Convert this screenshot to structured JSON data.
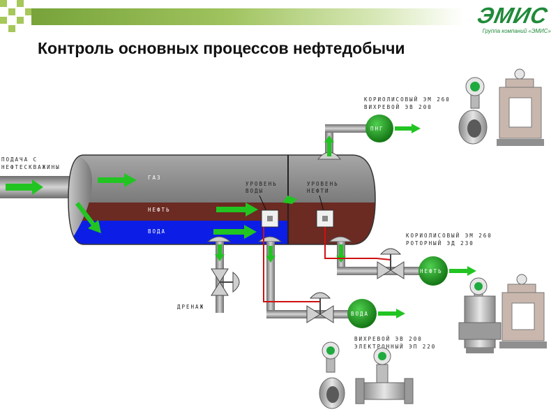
{
  "header": {
    "title": "Контроль основных процессов нефтедобычи",
    "logo_mark": "ЭМИС",
    "logo_sub": "Группа компаний «ЭМИС»",
    "accent": "#77a33a",
    "logo_color": "#1f8a3a"
  },
  "diagram": {
    "inlet_label_1": "ПОДАЧА С",
    "inlet_label_2": "НЕФТЕСКВАЖИНЫ",
    "gas_label": "ГАЗ",
    "oil_label": "НЕФТЬ",
    "water_label": "ВОДА",
    "level_water_1": "УРОВЕНЬ",
    "level_water_2": "ВОДЫ",
    "level_oil_1": "УРОВЕНЬ",
    "level_oil_2": "НЕФТИ",
    "drain_label": "ДРЕНАЖ",
    "outlets": {
      "gas": "ПНГ",
      "oil": "НЕФТЬ",
      "water": "ВОДА"
    },
    "meters": {
      "gas_1": "КОРИОЛИСОВЫЙ ЭМ 260",
      "gas_2": "ВИХРЕВОЙ ЭВ 200",
      "oil_1": "КОРИОЛИСОВЫЙ ЭМ 260",
      "oil_2": "РОТОРНЫЙ ЭД 230",
      "water_1": "ВИХРЕВОЙ ЭВ 200",
      "water_2": "ЭЛЕКТРОННЫЙ ЭП 220"
    },
    "colors": {
      "gas": "#8c8c8c",
      "oil": "#6b2a22",
      "water": "#0c1ee6",
      "pipe": "#a0a0a0",
      "arrow": "#22c422",
      "node": "#1d9a1d",
      "signal": "#d01010"
    }
  }
}
